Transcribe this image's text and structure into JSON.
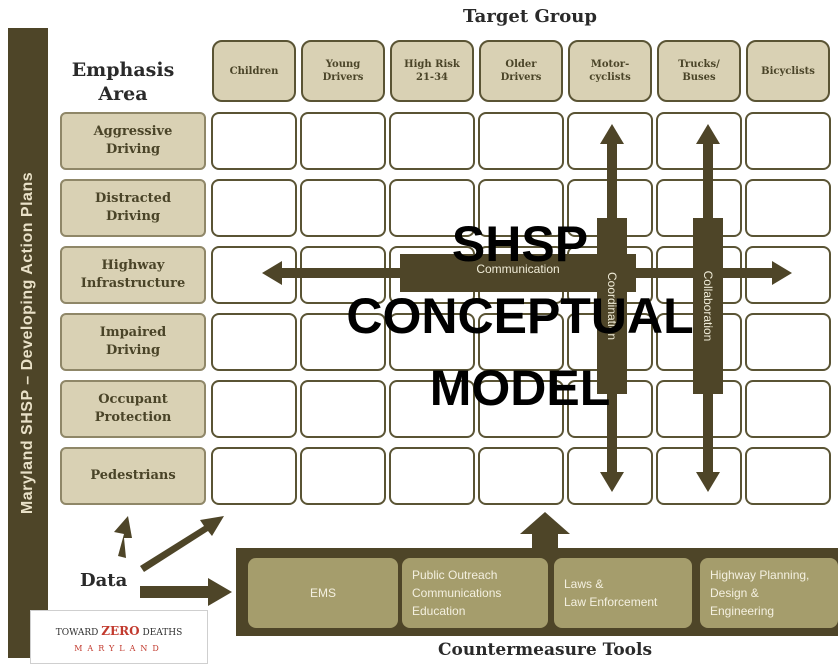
{
  "side_label": "Maryland SHSP – Developing Action Plans",
  "target_group_title": "Target Group",
  "emphasis_area_title": [
    "Emphasis",
    "Area"
  ],
  "target_groups": [
    [
      "Children"
    ],
    [
      "Young",
      "Drivers"
    ],
    [
      "High Risk",
      "21-34"
    ],
    [
      "Older",
      "Drivers"
    ],
    [
      "Motor-",
      "cyclists"
    ],
    [
      "Trucks/",
      "Buses"
    ],
    [
      "Bicyclists"
    ]
  ],
  "emphasis_areas": [
    [
      "Aggressive",
      "Driving"
    ],
    [
      "Distracted",
      "Driving"
    ],
    [
      "Highway",
      "Infrastructure"
    ],
    [
      "Impaired",
      "Driving"
    ],
    [
      "Occupant",
      "Protection"
    ],
    [
      "Pedestrians"
    ]
  ],
  "cross_cutting": {
    "communication": "Communication",
    "coordination": "Coordination",
    "collaboration": "Collaboration"
  },
  "data_label": "Data",
  "countermeasure_tools": [
    [
      "EMS"
    ],
    [
      "Public Outreach",
      "Communications",
      "Education"
    ],
    [
      "Laws &",
      "Law Enforcement"
    ],
    [
      "Highway Planning,",
      "Design &",
      "Engineering"
    ]
  ],
  "countermeasure_title": "Countermeasure Tools",
  "logo": {
    "toward": "TOWARD",
    "zero": "ZERO",
    "deaths": "DEATHS",
    "state": "MARYLAND"
  },
  "overlay_title": [
    "SHSP",
    "CONCEPTUAL",
    "MODEL"
  ],
  "colors": {
    "dark_olive": "#4e4528",
    "header_fill": "#d9d1b4",
    "tool_fill": "#a59d6c",
    "logo_red": "#c23a2e"
  }
}
